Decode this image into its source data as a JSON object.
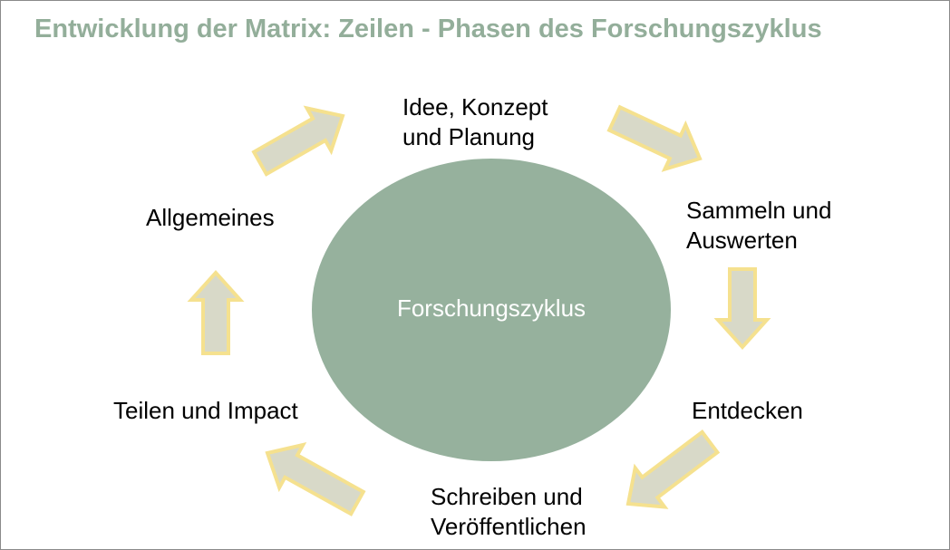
{
  "title": "Entwicklung der Matrix: Zeilen - Phasen des Forschungszyklus",
  "center": "Forschungszyklus",
  "phases": [
    {
      "line1": "Idee, Konzept",
      "line2": "und Planung"
    },
    {
      "line1": "Sammeln und",
      "line2": "Auswerten"
    },
    {
      "line1": "Entdecken",
      "line2": ""
    },
    {
      "line1": "Schreiben und",
      "line2": "Veröffentlichen"
    },
    {
      "line1": "Teilen und Impact",
      "line2": ""
    },
    {
      "line1": "Allgemeines",
      "line2": ""
    }
  ],
  "colors": {
    "title": "#93ae9a",
    "ellipse": "#96b19d",
    "arrow_fill": "#d8d9c8",
    "arrow_stroke": "#f5e18f"
  }
}
